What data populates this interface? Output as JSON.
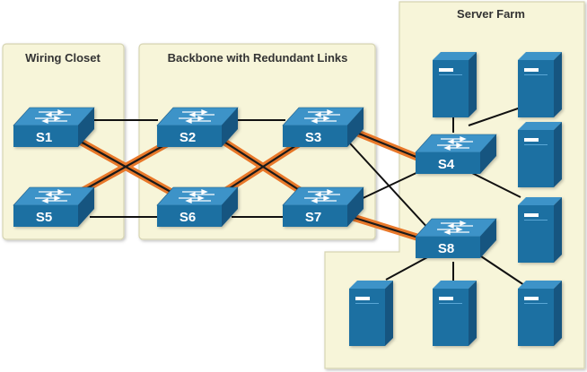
{
  "zones": {
    "wiring_closet": "Wiring Closet",
    "backbone": "Backbone with Redundant Links",
    "server_farm": "Server Farm"
  },
  "switches": {
    "s1": "S1",
    "s2": "S2",
    "s3": "S3",
    "s4": "S4",
    "s5": "S5",
    "s6": "S6",
    "s7": "S7",
    "s8": "S8"
  },
  "colors": {
    "zone_fill": "#f7f5d9",
    "zone_border": "#d6d4b2",
    "device_front": "#1f6fa2",
    "device_top": "#3d93c8",
    "device_side": "#155580",
    "link": "#111111",
    "redundant_link": "#e8782a"
  },
  "icons": {
    "switch": "switch-icon",
    "server": "server-icon"
  }
}
